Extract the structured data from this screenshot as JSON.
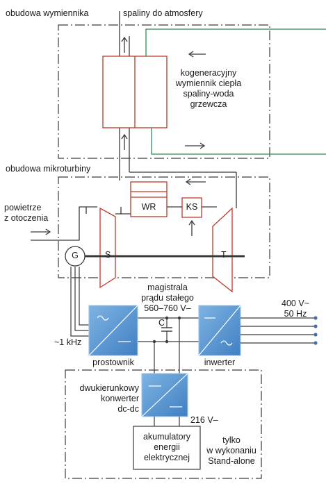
{
  "labels": {
    "exchanger_housing": "obudowa wymiennika",
    "exhaust": "spaliny do atmosfery",
    "cogen_exchanger": [
      "kogeneracyjny",
      "wymiennik ciepła",
      "spaliny-woda",
      "grzewcza"
    ],
    "turbine_housing": "obudowa mikroturbiny",
    "ambient_air": [
      "powietrze",
      "z otoczenia"
    ],
    "WR": "WR",
    "KS": "KS",
    "G": "G",
    "S": "S",
    "T": "T",
    "dc_bus": [
      "magistrala",
      "prądu stałego",
      "560–760 V–"
    ],
    "capacitor": "C",
    "ac_out": [
      "400 V~",
      "50 Hz"
    ],
    "gen_freq": "~1 kHz",
    "rectifier": "prostownik",
    "inverter": "inwerter",
    "dcdc": [
      "dwukierunkowy",
      "konwerter",
      "dc-dc"
    ],
    "battery_voltage": "216 V–",
    "battery": [
      "akumulatory",
      "energii",
      "elektrycznej"
    ],
    "standalone_note": [
      "tylko",
      "w wykonaniu",
      "Stand-alone"
    ]
  },
  "colors": {
    "line": "#3a3a3a",
    "component": "#c0392b",
    "water": "#2e8b57",
    "converter_fill": "#5b9bd5",
    "converter_edge": "#9ec4e8",
    "terminal_fill": "#4a6fa5"
  }
}
